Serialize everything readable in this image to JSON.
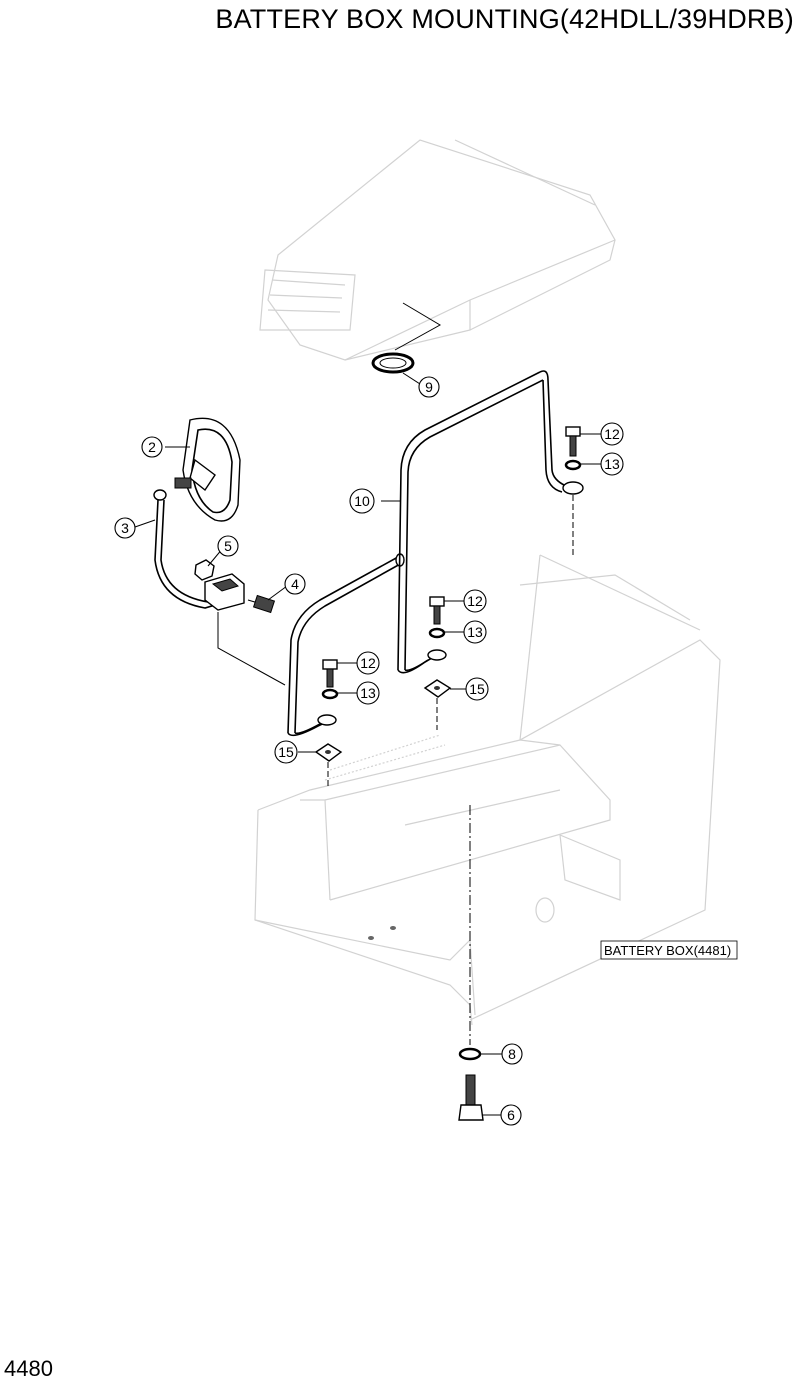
{
  "title": "BATTERY BOX MOUNTING(42HDLL/39HDRB)",
  "page_number": "4480",
  "reference_label": "BATTERY BOX(4481)",
  "callouts": {
    "c2": "2",
    "c3": "3",
    "c4": "4",
    "c5": "5",
    "c6": "6",
    "c8": "8",
    "c9": "9",
    "c10": "10",
    "c12a": "12",
    "c13a": "13",
    "c12b": "12",
    "c13b": "13",
    "c15b": "15",
    "c12c": "12",
    "c13c": "13",
    "c15c": "15"
  }
}
